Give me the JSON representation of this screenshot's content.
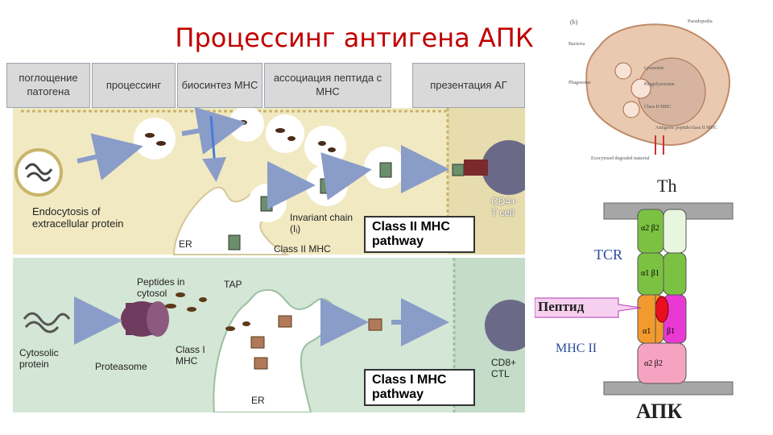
{
  "title": "Процессинг антигена АПК",
  "steps": [
    {
      "label": "поглощение патогена"
    },
    {
      "label": "процессинг"
    },
    {
      "label": "биосинтез МНС"
    },
    {
      "label": "ассоциация пептида с МНС"
    },
    {
      "label": "презентация  АГ"
    }
  ],
  "class2": {
    "endocytosis": "Endocytosis of extracellular protein",
    "er": "ER",
    "invariant": "Invariant chain (Iᵢ)",
    "class2_mhc": "Class II MHC",
    "pathway": "Class II MHC pathway",
    "cell": "CD4+ T cell"
  },
  "class1": {
    "peptides": "Peptides in cytosol",
    "tap": "TAP",
    "cytosolic": "Cytosolic protein",
    "proteasome": "Proteasome",
    "class1_mhc": "Class I MHC",
    "er": "ER",
    "pathway": "Class I MHC pathway",
    "cell": "CD8+ CTL"
  },
  "inset": {
    "labels": [
      "Pseudopodia",
      "Bacteria",
      "Lysosome",
      "Phagosome",
      "Phagolysosome",
      "Class II MHC",
      "Antigenic peptide/class II MHC",
      "Exocytosed degraded material"
    ],
    "panel_letter": "(b)"
  },
  "schematic": {
    "th": "Th",
    "tcr": "TCR",
    "peptide": "Пептид",
    "mhc2": "МНС II",
    "apk": "АПК",
    "tcr_domains": [
      "α2 β2",
      "α1 β1"
    ],
    "mhc_domains": [
      "α1",
      "β1",
      "α2 β2"
    ]
  },
  "colors": {
    "title": "#c00000",
    "membrane_top": "#e6dcae",
    "panel_bottom": "#c4dcc8",
    "tcr_green": "#7cc242",
    "mhc_pink": "#f5a3c0",
    "mhc_orange": "#f29a2e",
    "peptide_red": "#e8101e",
    "beta_magenta": "#e83ad2"
  }
}
